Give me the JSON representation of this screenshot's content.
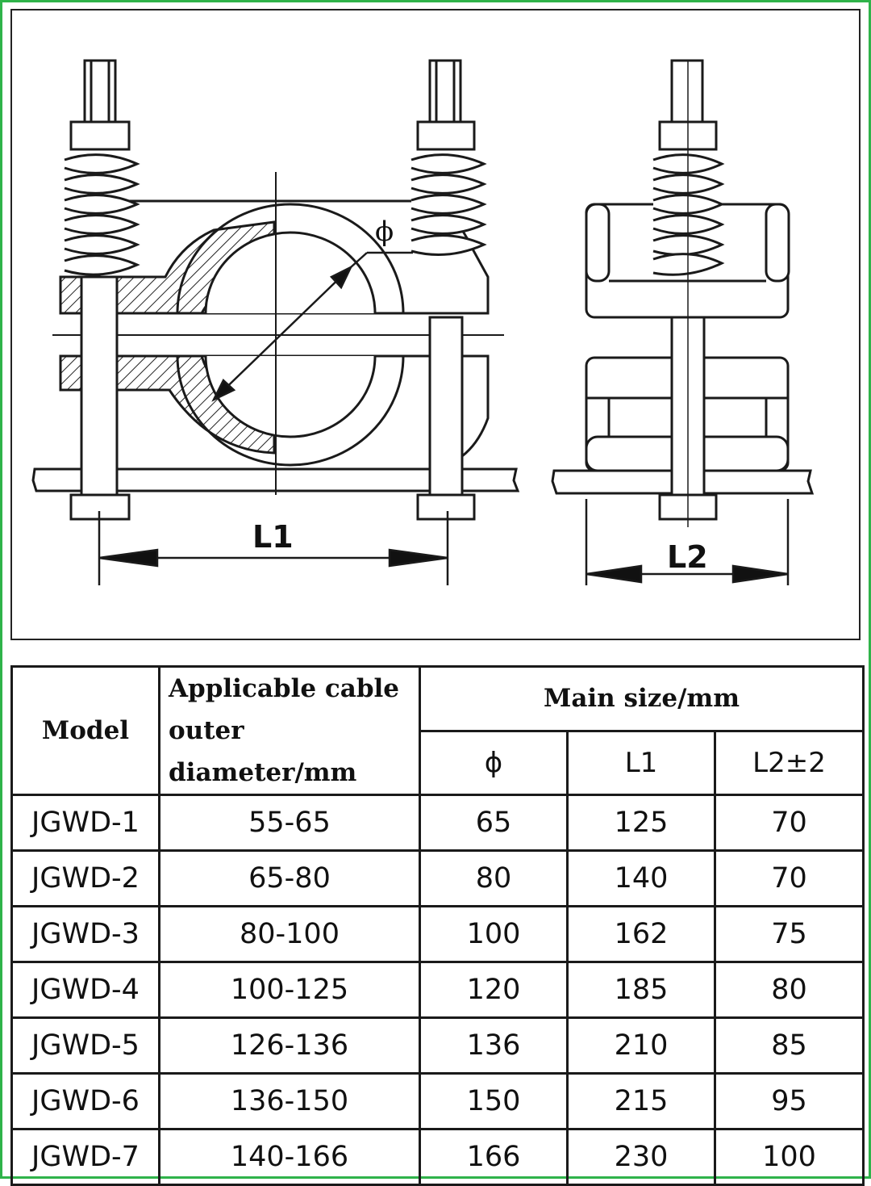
{
  "figure": {
    "label_phi": "ϕ",
    "label_l1": "L1",
    "label_l2": "L2"
  },
  "table": {
    "header": {
      "model": "Model",
      "cable_line1": "Applicable cable",
      "cable_line2": "outer diameter/mm",
      "main_size": "Main size/mm",
      "phi": "ϕ",
      "l1": "L1",
      "l2": "L2±2"
    },
    "rows": [
      {
        "model": "JGWD-1",
        "diameter": "55-65",
        "phi": "65",
        "l1": "125",
        "l2": "70"
      },
      {
        "model": "JGWD-2",
        "diameter": "65-80",
        "phi": "80",
        "l1": "140",
        "l2": "70"
      },
      {
        "model": "JGWD-3",
        "diameter": "80-100",
        "phi": "100",
        "l1": "162",
        "l2": "75"
      },
      {
        "model": "JGWD-4",
        "diameter": "100-125",
        "phi": "120",
        "l1": "185",
        "l2": "80"
      },
      {
        "model": "JGWD-5",
        "diameter": "126-136",
        "phi": "136",
        "l1": "210",
        "l2": "85"
      },
      {
        "model": "JGWD-6",
        "diameter": "136-150",
        "phi": "150",
        "l1": "215",
        "l2": "95"
      },
      {
        "model": "JGWD-7",
        "diameter": "140-166",
        "phi": "166",
        "l1": "230",
        "l2": "100"
      }
    ]
  },
  "colors": {
    "frame_border": "#2fb34a",
    "line": "#1a1a1a"
  }
}
